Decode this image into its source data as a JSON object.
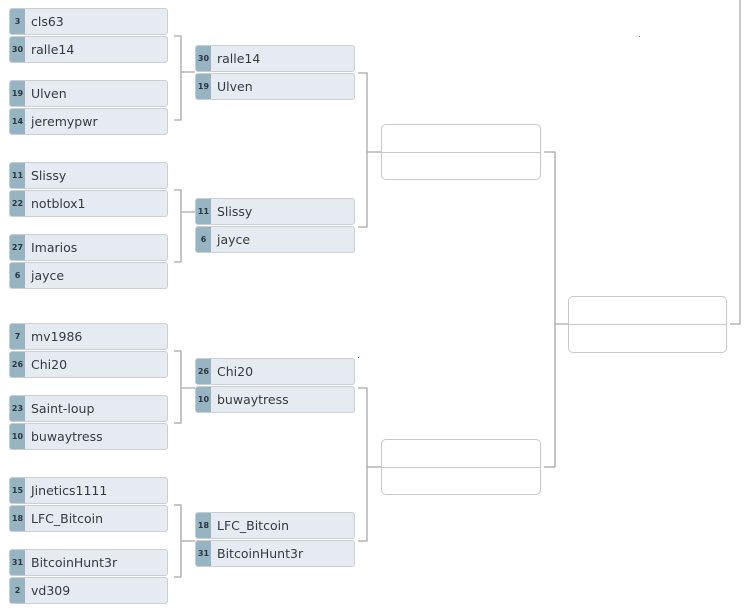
{
  "round1": [
    {
      "top": {
        "seed": "3",
        "name": "cls63"
      },
      "bottom": {
        "seed": "30",
        "name": "ralle14"
      }
    },
    {
      "top": {
        "seed": "19",
        "name": "Ulven"
      },
      "bottom": {
        "seed": "14",
        "name": "jeremypwr"
      }
    },
    {
      "top": {
        "seed": "11",
        "name": "Slissy"
      },
      "bottom": {
        "seed": "22",
        "name": "notblox1"
      }
    },
    {
      "top": {
        "seed": "27",
        "name": "Imarios"
      },
      "bottom": {
        "seed": "6",
        "name": "jayce"
      }
    },
    {
      "top": {
        "seed": "7",
        "name": "mv1986"
      },
      "bottom": {
        "seed": "26",
        "name": "Chi20"
      }
    },
    {
      "top": {
        "seed": "23",
        "name": "Saint-loup"
      },
      "bottom": {
        "seed": "10",
        "name": "buwaytress"
      }
    },
    {
      "top": {
        "seed": "15",
        "name": "Jinetics1111"
      },
      "bottom": {
        "seed": "18",
        "name": "LFC_Bitcoin"
      }
    },
    {
      "top": {
        "seed": "31",
        "name": "BitcoinHunt3r"
      },
      "bottom": {
        "seed": "2",
        "name": "vd309"
      }
    }
  ],
  "round2": [
    {
      "top": {
        "seed": "30",
        "name": "ralle14"
      },
      "bottom": {
        "seed": "19",
        "name": "Ulven"
      }
    },
    {
      "top": {
        "seed": "11",
        "name": "Slissy"
      },
      "bottom": {
        "seed": "6",
        "name": "jayce"
      }
    },
    {
      "top": {
        "seed": "26",
        "name": "Chi20"
      },
      "bottom": {
        "seed": "10",
        "name": "buwaytress"
      }
    },
    {
      "top": {
        "seed": "18",
        "name": "LFC_Bitcoin"
      },
      "bottom": {
        "seed": "31",
        "name": "BitcoinHunt3r"
      }
    }
  ],
  "colors": {
    "slot_bg": "#e5ebf0",
    "seed_bg": "#96b4c2",
    "connector": "#a8a8a8"
  }
}
